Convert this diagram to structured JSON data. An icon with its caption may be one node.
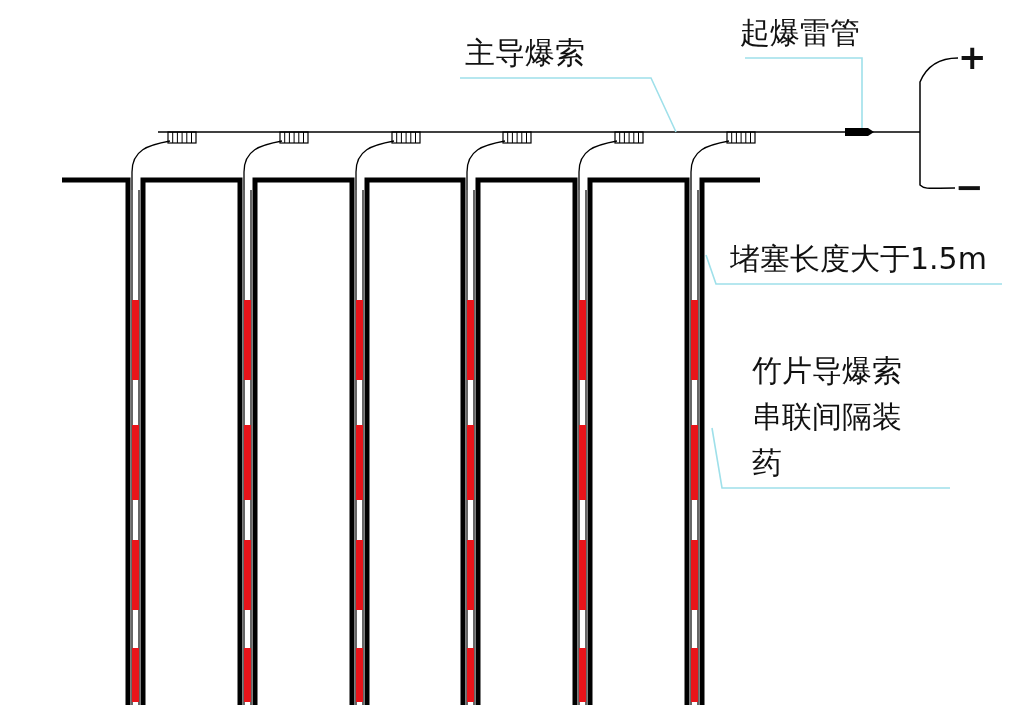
{
  "diagram": {
    "nodes": [
      {
        "text": [
          "主导爆索"
        ]
      },
      {
        "text": [
          "起爆雷管"
        ]
      },
      {
        "text": [
          "堵塞长度大于1.5m"
        ]
      },
      {
        "text": [
          "竹片导爆索串联间隔装药"
        ]
      }
    ],
    "edges": [
      {
        "from": 0,
        "to": null,
        "arrow": "none"
      },
      {
        "from": 1,
        "to": null,
        "arrow": "none"
      },
      {
        "from": 2,
        "to": null,
        "arrow": "none"
      },
      {
        "from": 3,
        "to": null,
        "arrow": "none"
      }
    ],
    "labels": [
      "+",
      "−"
    ]
  }
}
